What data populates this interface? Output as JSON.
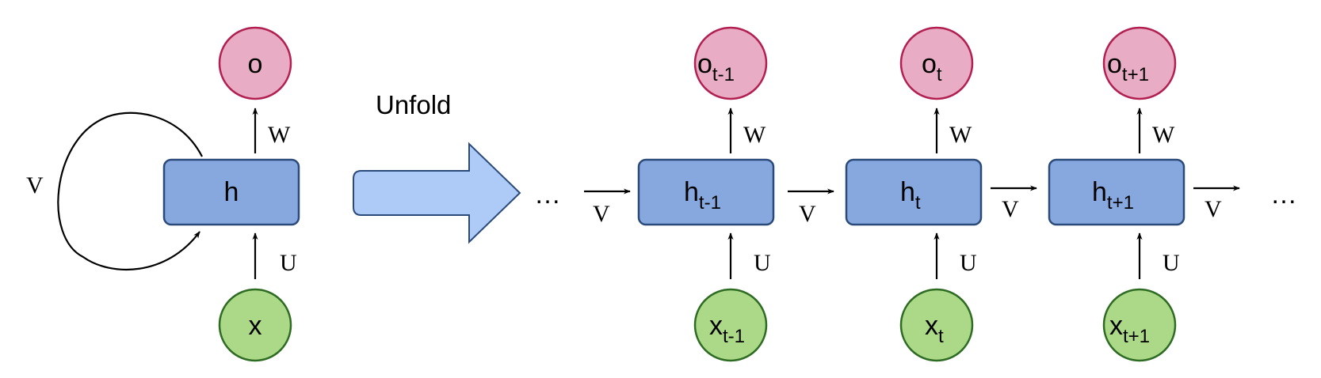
{
  "unfold_label": "Unfold",
  "colors": {
    "output_fill": "#e8adc4",
    "output_stroke": "#b21f50",
    "input_fill": "#abd987",
    "input_stroke": "#2e6b23",
    "hidden_fill": "#86a8de",
    "hidden_stroke": "#2b4a7a",
    "arrow_fill": "#aecbf7",
    "arrow_stroke": "#2b4a7a"
  },
  "folded": {
    "output": "o",
    "hidden": "h",
    "input": "x",
    "recurrent_weight": "V",
    "output_weight": "W",
    "input_weight": "U"
  },
  "unfolded": {
    "ellipsis": "…",
    "recurrent_weight": "V",
    "output_weight": "W",
    "input_weight": "U",
    "steps": [
      {
        "output": "o",
        "hidden": "h",
        "input": "x",
        "sub": "t-1"
      },
      {
        "output": "o",
        "hidden": "h",
        "input": "x",
        "sub": "t"
      },
      {
        "output": "o",
        "hidden": "h",
        "input": "x",
        "sub": "t+1"
      }
    ]
  }
}
